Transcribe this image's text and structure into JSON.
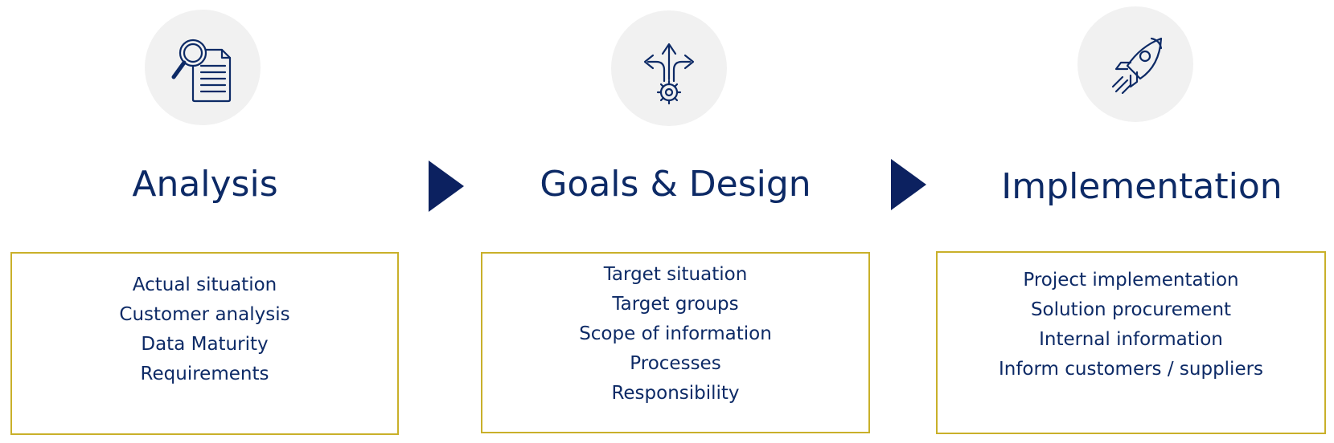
{
  "stages": [
    {
      "title": "Analysis",
      "icon": "magnifier-document-icon",
      "items": [
        "Actual situation",
        "Customer analysis",
        "Data Maturity",
        "Requirements"
      ]
    },
    {
      "title": "Goals & Design",
      "icon": "arrows-gear-icon",
      "items": [
        "Target situation",
        "Target groups",
        "Scope of information",
        "Processes",
        "Responsibility"
      ]
    },
    {
      "title": "Implementation",
      "icon": "rocket-icon",
      "items": [
        "Project implementation",
        "Solution procurement",
        "Internal information",
        "Inform customers / suppliers"
      ]
    }
  ],
  "colors": {
    "primary": "#0d2a66",
    "arrow": "#0c2160",
    "box_border": "#c9b02a",
    "icon_bg": "#f1f1f1"
  }
}
